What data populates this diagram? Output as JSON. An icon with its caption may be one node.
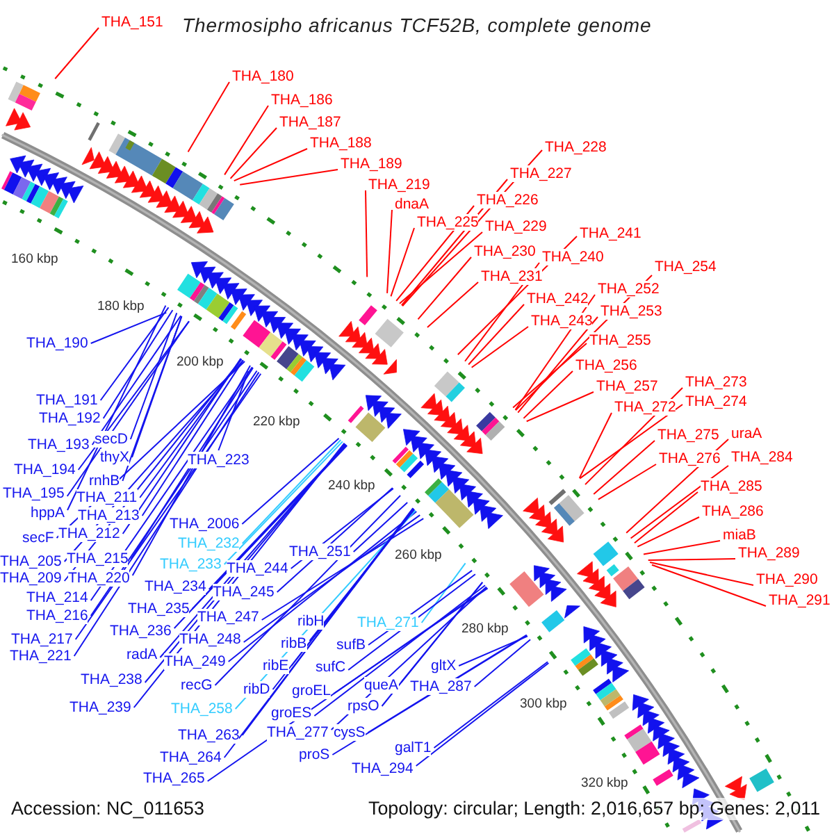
{
  "diagram": {
    "title": "Thermosipho africanus TCF52B, complete genome",
    "nodes": [
      {
        "text": [
          "THA_151"
        ]
      },
      {
        "text": [
          "THA_180"
        ]
      },
      {
        "text": [
          "THA_186"
        ]
      },
      {
        "text": [
          "THA_187"
        ]
      },
      {
        "text": [
          "THA_188"
        ]
      },
      {
        "text": [
          "THA_189"
        ]
      },
      {
        "text": [
          "THA_219"
        ]
      },
      {
        "text": [
          "dnaA"
        ]
      },
      {
        "text": [
          "THA_225"
        ]
      },
      {
        "text": [
          "THA_226"
        ]
      },
      {
        "text": [
          "THA_227"
        ]
      },
      {
        "text": [
          "THA_228"
        ]
      },
      {
        "text": [
          "THA_229"
        ]
      },
      {
        "text": [
          "THA_230"
        ]
      },
      {
        "text": [
          "THA_231"
        ]
      },
      {
        "text": [
          "THA_241"
        ]
      },
      {
        "text": [
          "THA_240"
        ]
      },
      {
        "text": [
          "THA_242"
        ]
      },
      {
        "text": [
          "THA_243"
        ]
      },
      {
        "text": [
          "THA_254"
        ]
      },
      {
        "text": [
          "THA_252"
        ]
      },
      {
        "text": [
          "THA_253"
        ]
      },
      {
        "text": [
          "THA_255"
        ]
      },
      {
        "text": [
          "THA_256"
        ]
      },
      {
        "text": [
          "THA_257"
        ]
      },
      {
        "text": [
          "THA_273"
        ]
      },
      {
        "text": [
          "THA_272"
        ]
      },
      {
        "text": [
          "THA_274"
        ]
      },
      {
        "text": [
          "THA_275"
        ]
      },
      {
        "text": [
          "uraA"
        ]
      },
      {
        "text": [
          "THA_276"
        ]
      },
      {
        "text": [
          "THA_284"
        ]
      },
      {
        "text": [
          "THA_285"
        ]
      },
      {
        "text": [
          "THA_286"
        ]
      },
      {
        "text": [
          "miaB"
        ]
      },
      {
        "text": [
          "THA_289"
        ]
      },
      {
        "text": [
          "THA_290"
        ]
      },
      {
        "text": [
          "THA_291"
        ]
      },
      {
        "text": [
          "THA_190"
        ]
      },
      {
        "text": [
          "THA_191"
        ]
      },
      {
        "text": [
          "THA_192"
        ]
      },
      {
        "text": [
          "secD"
        ]
      },
      {
        "text": [
          "THA_193"
        ]
      },
      {
        "text": [
          "thyX"
        ]
      },
      {
        "text": [
          "THA_194"
        ]
      },
      {
        "text": [
          "rnhB"
        ]
      },
      {
        "text": [
          "THA_195"
        ]
      },
      {
        "text": [
          "THA_211"
        ]
      },
      {
        "text": [
          "hppA"
        ]
      },
      {
        "text": [
          "THA_213"
        ]
      },
      {
        "text": [
          "THA_212"
        ]
      },
      {
        "text": [
          "secF"
        ]
      },
      {
        "text": [
          "THA_215"
        ]
      },
      {
        "text": [
          "THA_205"
        ]
      },
      {
        "text": [
          "THA_209"
        ]
      },
      {
        "text": [
          "THA_220"
        ]
      },
      {
        "text": [
          "THA_214"
        ]
      },
      {
        "text": [
          "THA_216"
        ]
      },
      {
        "text": [
          "THA_217"
        ]
      },
      {
        "text": [
          "THA_221"
        ]
      },
      {
        "text": [
          "THA_223"
        ]
      },
      {
        "text": [
          "THA_2006"
        ]
      },
      {
        "text": [
          "THA_232"
        ]
      },
      {
        "text": [
          "THA_233"
        ]
      },
      {
        "text": [
          "THA_244"
        ]
      },
      {
        "text": [
          "THA_234"
        ]
      },
      {
        "text": [
          "THA_245"
        ]
      },
      {
        "text": [
          "THA_235"
        ]
      },
      {
        "text": [
          "THA_247"
        ]
      },
      {
        "text": [
          "THA_236"
        ]
      },
      {
        "text": [
          "THA_248"
        ]
      },
      {
        "text": [
          "radA"
        ]
      },
      {
        "text": [
          "THA_249"
        ]
      },
      {
        "text": [
          "THA_238"
        ]
      },
      {
        "text": [
          "recG"
        ]
      },
      {
        "text": [
          "THA_239"
        ]
      },
      {
        "text": [
          "THA_258"
        ]
      },
      {
        "text": [
          "THA_251"
        ]
      },
      {
        "text": [
          "ribH"
        ]
      },
      {
        "text": [
          "ribB"
        ]
      },
      {
        "text": [
          "ribE"
        ]
      },
      {
        "text": [
          "ribD"
        ]
      },
      {
        "text": [
          "THA_271"
        ]
      },
      {
        "text": [
          "sufB"
        ]
      },
      {
        "text": [
          "sufC"
        ]
      },
      {
        "text": [
          "groEL"
        ]
      },
      {
        "text": [
          "THA_263"
        ]
      },
      {
        "text": [
          "groES"
        ]
      },
      {
        "text": [
          "THA_277"
        ]
      },
      {
        "text": [
          "THA_264"
        ]
      },
      {
        "text": [
          "proS"
        ]
      },
      {
        "text": [
          "THA_265"
        ]
      },
      {
        "text": [
          "queA"
        ]
      },
      {
        "text": [
          "gltX"
        ]
      },
      {
        "text": [
          "THA_287"
        ]
      },
      {
        "text": [
          "rpsO"
        ]
      },
      {
        "text": [
          "cysS"
        ]
      },
      {
        "text": [
          "galT1"
        ]
      },
      {
        "text": [
          "THA_294"
        ]
      }
    ],
    "edges": [
      {
        "from": 0,
        "to": null,
        "arrow": "none",
        "color": "#ff0000"
      },
      {
        "from": 1,
        "to": null,
        "arrow": "none",
        "color": "#ff0000"
      },
      {
        "from": 2,
        "to": null,
        "arrow": "none",
        "color": "#ff0000"
      },
      {
        "from": 3,
        "to": null,
        "arrow": "none",
        "color": "#ff0000"
      },
      {
        "from": 4,
        "to": null,
        "arrow": "none",
        "color": "#ff0000"
      },
      {
        "from": 5,
        "to": null,
        "arrow": "none",
        "color": "#ff0000"
      },
      {
        "from": 6,
        "to": null,
        "arrow": "none",
        "color": "#ff0000"
      },
      {
        "from": 7,
        "to": null,
        "arrow": "none",
        "color": "#ff0000"
      },
      {
        "from": 8,
        "to": null,
        "arrow": "none",
        "color": "#ff0000"
      },
      {
        "from": 9,
        "to": null,
        "arrow": "none",
        "color": "#ff0000"
      },
      {
        "from": 10,
        "to": null,
        "arrow": "none",
        "color": "#ff0000"
      },
      {
        "from": 11,
        "to": null,
        "arrow": "none",
        "color": "#ff0000"
      },
      {
        "from": 12,
        "to": null,
        "arrow": "none",
        "color": "#ff0000"
      },
      {
        "from": 13,
        "to": null,
        "arrow": "none",
        "color": "#ff0000"
      },
      {
        "from": 14,
        "to": null,
        "arrow": "none",
        "color": "#ff0000"
      },
      {
        "from": 15,
        "to": null,
        "arrow": "none",
        "color": "#ff0000"
      },
      {
        "from": 16,
        "to": null,
        "arrow": "none",
        "color": "#ff0000"
      },
      {
        "from": 17,
        "to": null,
        "arrow": "none",
        "color": "#ff0000"
      },
      {
        "from": 18,
        "to": null,
        "arrow": "none",
        "color": "#ff0000"
      },
      {
        "from": 19,
        "to": null,
        "arrow": "none",
        "color": "#ff0000"
      },
      {
        "from": 20,
        "to": null,
        "arrow": "none",
        "color": "#ff0000"
      },
      {
        "from": 21,
        "to": null,
        "arrow": "none",
        "color": "#ff0000"
      },
      {
        "from": 22,
        "to": null,
        "arrow": "none",
        "color": "#ff0000"
      },
      {
        "from": 23,
        "to": null,
        "arrow": "none",
        "color": "#ff0000"
      },
      {
        "from": 24,
        "to": null,
        "arrow": "none",
        "color": "#ff0000"
      },
      {
        "from": 25,
        "to": null,
        "arrow": "none",
        "color": "#ff0000"
      },
      {
        "from": 26,
        "to": null,
        "arrow": "none",
        "color": "#ff0000"
      },
      {
        "from": 27,
        "to": null,
        "arrow": "none",
        "color": "#ff0000"
      },
      {
        "from": 28,
        "to": null,
        "arrow": "none",
        "color": "#ff0000"
      },
      {
        "from": 29,
        "to": null,
        "arrow": "none",
        "color": "#ff0000"
      },
      {
        "from": 30,
        "to": null,
        "arrow": "none",
        "color": "#ff0000"
      },
      {
        "from": 31,
        "to": null,
        "arrow": "none",
        "color": "#ff0000"
      },
      {
        "from": 32,
        "to": null,
        "arrow": "none",
        "color": "#ff0000"
      },
      {
        "from": 33,
        "to": null,
        "arrow": "none",
        "color": "#ff0000"
      },
      {
        "from": 34,
        "to": null,
        "arrow": "none",
        "color": "#ff0000"
      },
      {
        "from": 35,
        "to": null,
        "arrow": "none",
        "color": "#ff0000"
      },
      {
        "from": 36,
        "to": null,
        "arrow": "none",
        "color": "#ff0000"
      },
      {
        "from": 37,
        "to": null,
        "arrow": "none",
        "color": "#ff0000"
      },
      {
        "from": 38,
        "to": null,
        "arrow": "none"
      },
      {
        "from": 39,
        "to": null,
        "arrow": "none"
      },
      {
        "from": 40,
        "to": null,
        "arrow": "none"
      },
      {
        "from": 41,
        "to": null,
        "arrow": "none"
      },
      {
        "from": 42,
        "to": null,
        "arrow": "none"
      },
      {
        "from": 43,
        "to": null,
        "arrow": "none"
      },
      {
        "from": 44,
        "to": null,
        "arrow": "none"
      },
      {
        "from": 45,
        "to": null,
        "arrow": "none"
      },
      {
        "from": 46,
        "to": null,
        "arrow": "none"
      },
      {
        "from": 47,
        "to": null,
        "arrow": "none"
      },
      {
        "from": 48,
        "to": null,
        "arrow": "none"
      },
      {
        "from": 49,
        "to": null,
        "arrow": "none"
      },
      {
        "from": 50,
        "to": null,
        "arrow": "none"
      },
      {
        "from": 51,
        "to": null,
        "arrow": "none"
      },
      {
        "from": 52,
        "to": null,
        "arrow": "none"
      },
      {
        "from": 53,
        "to": null,
        "arrow": "none"
      },
      {
        "from": 54,
        "to": null,
        "arrow": "none"
      },
      {
        "from": 55,
        "to": null,
        "arrow": "none"
      },
      {
        "from": 56,
        "to": null,
        "arrow": "none"
      },
      {
        "from": 57,
        "to": null,
        "arrow": "none"
      },
      {
        "from": 58,
        "to": null,
        "arrow": "none"
      },
      {
        "from": 59,
        "to": null,
        "arrow": "none"
      },
      {
        "from": 60,
        "to": null,
        "arrow": "none"
      },
      {
        "from": 61,
        "to": null,
        "arrow": "none"
      },
      {
        "from": 62,
        "to": null,
        "arrow": "none",
        "color": "#33ccff"
      },
      {
        "from": 63,
        "to": null,
        "arrow": "none",
        "color": "#33ccff"
      },
      {
        "from": 64,
        "to": null,
        "arrow": "none"
      },
      {
        "from": 65,
        "to": null,
        "arrow": "none"
      },
      {
        "from": 66,
        "to": null,
        "arrow": "none"
      },
      {
        "from": 67,
        "to": null,
        "arrow": "none"
      },
      {
        "from": 68,
        "to": null,
        "arrow": "none"
      },
      {
        "from": 69,
        "to": null,
        "arrow": "none"
      },
      {
        "from": 70,
        "to": null,
        "arrow": "none"
      },
      {
        "from": 71,
        "to": null,
        "arrow": "none"
      },
      {
        "from": 72,
        "to": null,
        "arrow": "none"
      },
      {
        "from": 73,
        "to": null,
        "arrow": "none"
      },
      {
        "from": 74,
        "to": null,
        "arrow": "none"
      },
      {
        "from": 75,
        "to": null,
        "arrow": "none"
      },
      {
        "from": 76,
        "to": null,
        "arrow": "none",
        "color": "#33ccff"
      },
      {
        "from": 77,
        "to": null,
        "arrow": "none"
      },
      {
        "from": 78,
        "to": null,
        "arrow": "none"
      },
      {
        "from": 79,
        "to": null,
        "arrow": "none"
      },
      {
        "from": 80,
        "to": null,
        "arrow": "none"
      },
      {
        "from": 81,
        "to": null,
        "arrow": "none"
      },
      {
        "from": 82,
        "to": null,
        "arrow": "none",
        "color": "#33ccff"
      },
      {
        "from": 83,
        "to": null,
        "arrow": "none"
      },
      {
        "from": 84,
        "to": null,
        "arrow": "none"
      },
      {
        "from": 85,
        "to": null,
        "arrow": "none"
      },
      {
        "from": 86,
        "to": null,
        "arrow": "none"
      },
      {
        "from": 87,
        "to": null,
        "arrow": "none"
      },
      {
        "from": 88,
        "to": null,
        "arrow": "none"
      },
      {
        "from": 89,
        "to": null,
        "arrow": "none"
      },
      {
        "from": 90,
        "to": null,
        "arrow": "none"
      },
      {
        "from": 91,
        "to": null,
        "arrow": "none"
      },
      {
        "from": 92,
        "to": null,
        "arrow": "none"
      },
      {
        "from": 93,
        "to": null,
        "arrow": "none"
      },
      {
        "from": 94,
        "to": null,
        "arrow": "none"
      },
      {
        "from": 95,
        "to": null,
        "arrow": "none"
      },
      {
        "from": 96,
        "to": null,
        "arrow": "none"
      },
      {
        "from": 97,
        "to": null,
        "arrow": "none"
      },
      {
        "from": 98,
        "to": null,
        "arrow": "none"
      }
    ],
    "labels": [
      "160 kbp",
      "180 kbp",
      "200 kbp",
      "220 kbp",
      "240 kbp",
      "260 kbp",
      "280 kbp",
      "300 kbp",
      "320 kbp",
      "Accession: NC_011653",
      "Topology: circular; Length: 2,016,657 bp; Genes: 2,011"
    ]
  }
}
